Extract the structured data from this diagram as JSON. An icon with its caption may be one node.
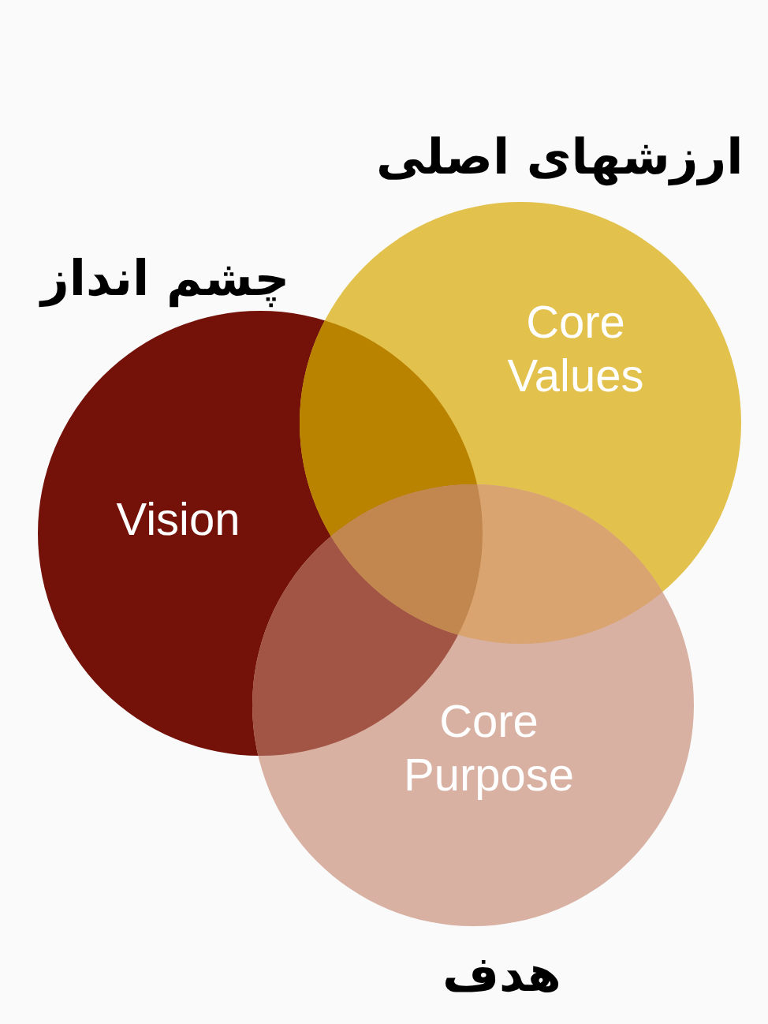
{
  "diagram": {
    "nodes": [
      {
        "text": [
          "چشم انداز",
          "Vision"
        ]
      },
      {
        "text": [
          "ارزشهای اصلی",
          "Core Values"
        ]
      },
      {
        "text": [
          "Core Purpose",
          "هدف"
        ]
      }
    ]
  }
}
